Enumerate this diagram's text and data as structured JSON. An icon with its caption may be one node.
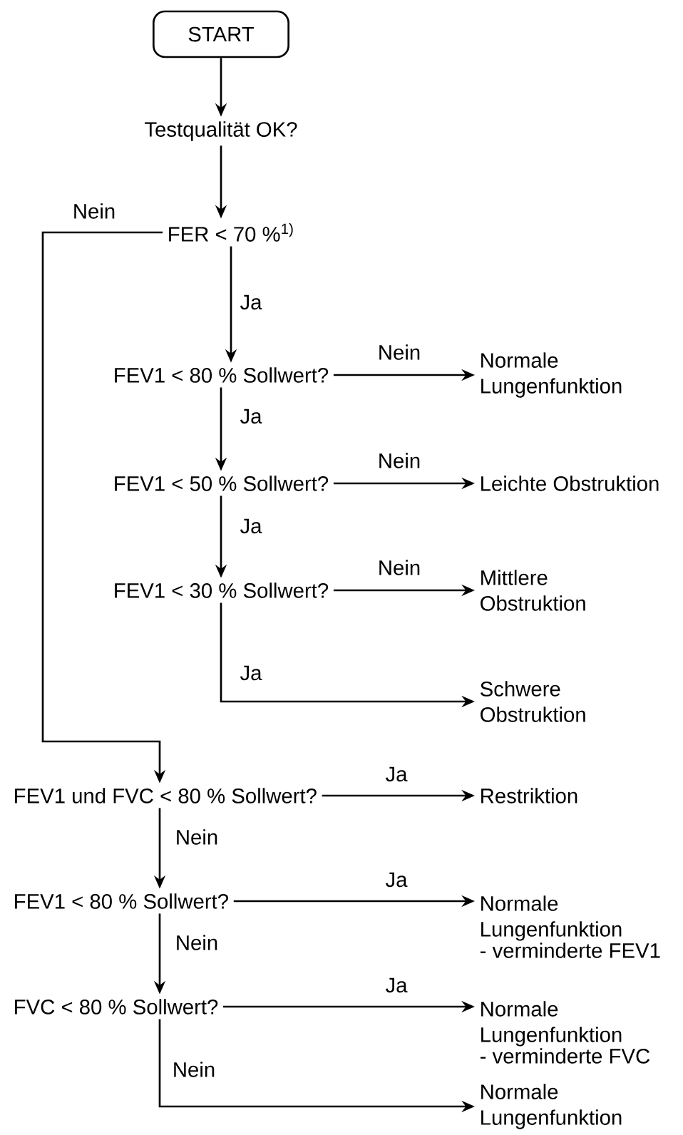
{
  "diagram": {
    "nodes": [
      {
        "text": [
          "START"
        ]
      },
      {
        "text": [
          "Testqualität OK?"
        ]
      },
      {
        "text": [
          "FER < 70 %$^{1)}$"
        ]
      },
      {
        "text": [
          "FEV1 < 80 % Sollwert?"
        ]
      },
      {
        "text": [
          "Normale Lungenfunktion"
        ]
      },
      {
        "text": [
          "FEV1 < 50 % Sollwert?"
        ]
      },
      {
        "text": [
          "Leichte Obstruktion"
        ]
      },
      {
        "text": [
          "FEV1 < 30 % Sollwert?"
        ]
      },
      {
        "text": [
          "Mittlere Obstruktion"
        ]
      },
      {
        "text": [
          "Schwere Obstruktion"
        ]
      },
      {
        "text": [
          "FEV1 und FVC < 80 % Sollwert?"
        ]
      },
      {
        "text": [
          "Restriktion"
        ]
      },
      {
        "text": [
          "FEV1 < 80 % Sollwert?"
        ]
      },
      {
        "text": [
          "Normale Lungenfunktion",
          "- verminderte FEV1"
        ]
      },
      {
        "text": [
          "FVC < 80 % Sollwert?"
        ]
      },
      {
        "text": [
          "Normale Lungenfunktion",
          "- verminderte FVC"
        ]
      },
      {
        "text": [
          "Normale Lungenfunktion"
        ]
      }
    ],
    "edges": [
      {
        "from": 0,
        "to": 1,
        "arrow": "to"
      },
      {
        "from": 1,
        "to": 2,
        "arrow": "to"
      },
      {
        "from": 2,
        "to": 3,
        "arrow": "to",
        "label": "Ja"
      },
      {
        "from": 2,
        "to": 10,
        "arrow": "to",
        "label": "Nein"
      },
      {
        "from": 3,
        "to": 4,
        "arrow": "to",
        "label": "Nein"
      },
      {
        "from": 3,
        "to": 5,
        "arrow": "to",
        "label": "Ja"
      },
      {
        "from": 5,
        "to": 6,
        "arrow": "to",
        "label": "Nein"
      },
      {
        "from": 5,
        "to": 7,
        "arrow": "to",
        "label": "Ja"
      },
      {
        "from": 7,
        "to": 8,
        "arrow": "to",
        "label": "Nein"
      },
      {
        "from": 7,
        "to": 9,
        "arrow": "to",
        "label": "Ja"
      },
      {
        "from": 10,
        "to": 11,
        "arrow": "to",
        "label": "Ja"
      },
      {
        "from": 10,
        "to": 12,
        "arrow": "to",
        "label": "Nein"
      },
      {
        "from": 12,
        "to": 13,
        "arrow": "to",
        "label": "Ja"
      },
      {
        "from": 12,
        "to": 14,
        "arrow": "to",
        "label": "Nein"
      },
      {
        "from": 14,
        "to": 15,
        "arrow": "to",
        "label": "Ja"
      },
      {
        "from": 14,
        "to": 16,
        "arrow": "to",
        "label": "Nein"
      }
    ]
  }
}
